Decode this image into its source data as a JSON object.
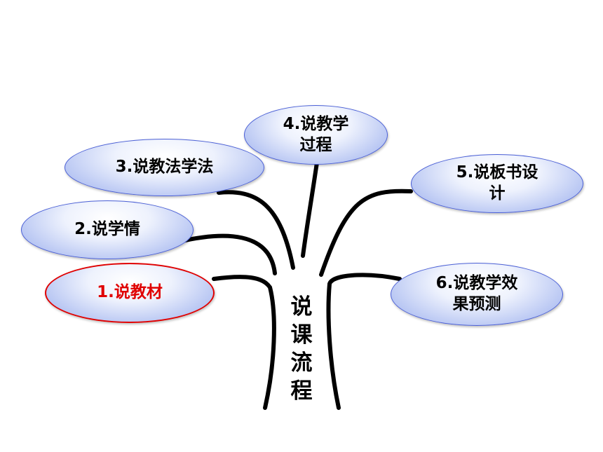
{
  "center": {
    "chars": [
      "说",
      "课",
      "流",
      "程"
    ]
  },
  "nodes": [
    {
      "id": "teaching-materials",
      "lines": [
        "1.说教材"
      ]
    },
    {
      "id": "student-analysis",
      "lines": [
        "2.说学情"
      ]
    },
    {
      "id": "teaching-methods",
      "lines": [
        "3.说教法学法"
      ]
    },
    {
      "id": "teaching-process",
      "lines": [
        "4.说教学",
        "过程"
      ]
    },
    {
      "id": "board-design",
      "lines": [
        "5.说板书设",
        "计"
      ]
    },
    {
      "id": "effect-prediction",
      "lines": [
        "6.说教学效",
        "果预测"
      ]
    }
  ],
  "colors": {
    "highlight": "#e00000",
    "node_border": "#4a5fd6",
    "branch": "#000000"
  }
}
